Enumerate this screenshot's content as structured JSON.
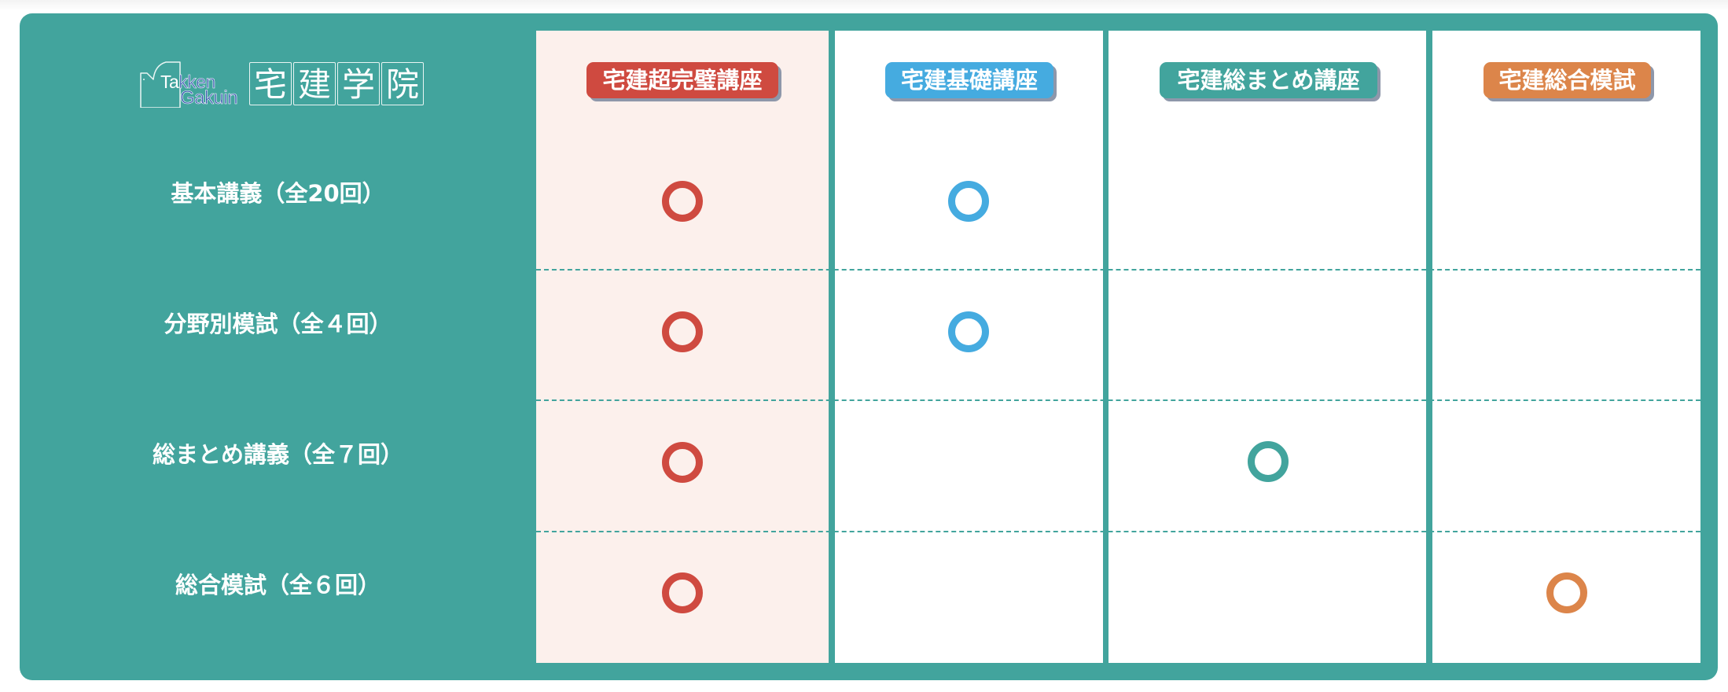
{
  "logo": {
    "text_latin_line1_a": "Ta",
    "text_latin_line1_b": "kken",
    "text_latin_line2": "Gakuin",
    "kanji": [
      "宅",
      "建",
      "学",
      "院"
    ]
  },
  "colors": {
    "frame": "#42a49d",
    "highlight_column": "#fcf0ec",
    "red": "#cf4a40",
    "blue": "#45abe0",
    "teal": "#42a49d",
    "orange": "#dc854a"
  },
  "courses": [
    {
      "label": "宅建超完璧講座",
      "color": "#cf4a40"
    },
    {
      "label": "宅建基礎講座",
      "color": "#45abe0"
    },
    {
      "label": "宅建総まとめ講座",
      "color": "#42a49d"
    },
    {
      "label": "宅建総合模試",
      "color": "#dc854a"
    }
  ],
  "rows": [
    {
      "label": "基本講義（全20回）",
      "included": [
        true,
        true,
        false,
        false
      ]
    },
    {
      "label": "分野別模試（全４回）",
      "included": [
        true,
        true,
        false,
        false
      ]
    },
    {
      "label": "総まとめ講義（全７回）",
      "included": [
        true,
        false,
        true,
        false
      ]
    },
    {
      "label": "総合模試（全６回）",
      "included": [
        true,
        false,
        false,
        true
      ]
    }
  ],
  "mark_symbol": "○"
}
